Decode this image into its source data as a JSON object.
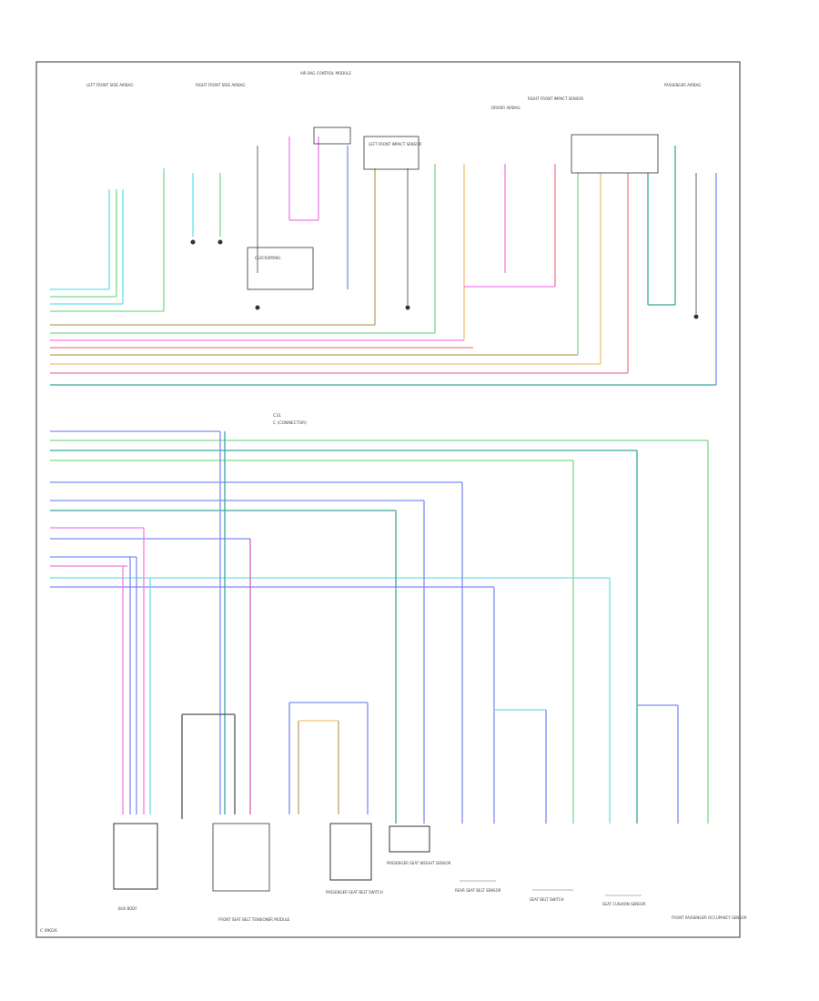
{
  "diagram": {
    "mid_label_1": "C31",
    "mid_label_2": "C (CONNECTOR)",
    "page_code": "C 09026",
    "bottom_labels": [
      "BUS BODY",
      "FRONT SEAT BELT TENSIONER MODULE",
      "PASSENGER SEAT BELT SWITCH",
      "PASSENGER SEAT WEIGHT SENSOR",
      "REAR SEAT BELT SENSOR",
      "SEAT BELT SWITCH",
      "SEAT CUSHION SENSOR",
      "FRONT PASSENGER OCCUPANCY SENSOR"
    ],
    "top_labels": [
      "LEFT FRONT SIDE AIRBAG",
      "RIGHT FRONT SIDE AIRBAG",
      "AIR BAG CONTROL MODULE",
      "CLOCKSPRING",
      "LEFT FRONT IMPACT SENSOR",
      "RIGHT FRONT IMPACT SENSOR",
      "DRIVER AIRBAG",
      "PASSENGER AIRBAG"
    ]
  },
  "colors": {
    "cyan": "#66e0ea",
    "green": "#7ed98c",
    "pink": "#f07ce8",
    "red": "#f27c8c",
    "blue": "#7e8cf2",
    "orange": "#f2c07a",
    "teal": "#3aa89a",
    "olive": "#b9a56a",
    "gray": "#a0a0a0"
  }
}
